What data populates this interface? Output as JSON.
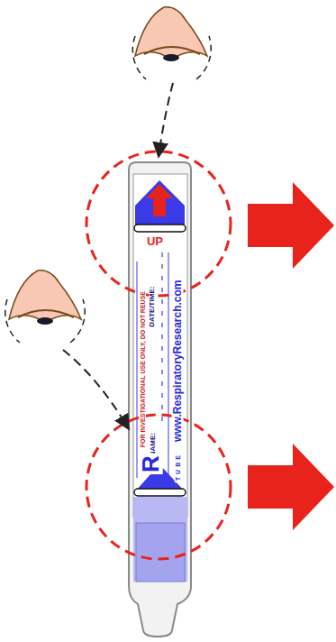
{
  "diagram": {
    "labels": [
      "UP",
      "FOR INVESTIGATIONAL USE ONLY, DO NOT REUSE",
      "NAME:",
      "DATE/TIME:",
      "www.RespiratoryResearch.com",
      "R",
      "TUBE"
    ]
  }
}
